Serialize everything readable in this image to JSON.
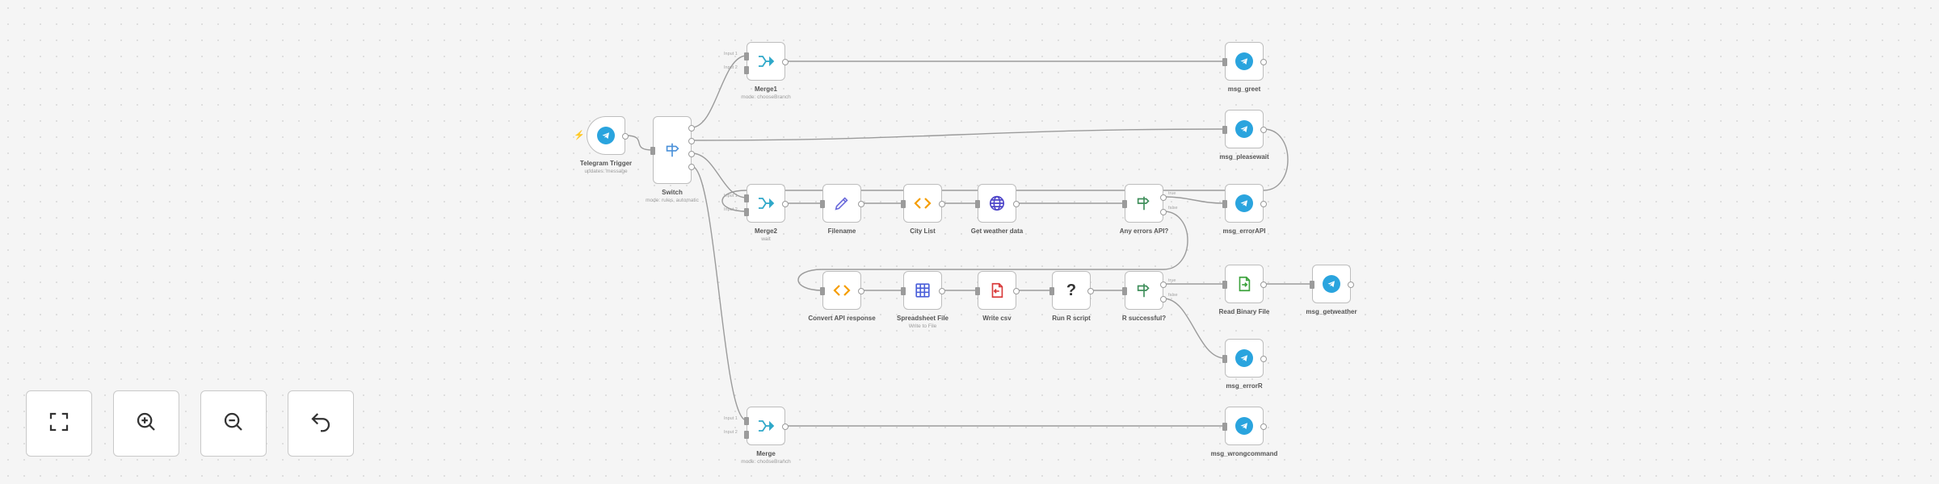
{
  "canvas": {
    "nodes": [
      {
        "id": "telegram_trigger",
        "label": "Telegram Trigger",
        "sub": "updates: message",
        "icon": "telegram-icon",
        "kind": "trigger"
      },
      {
        "id": "switch",
        "label": "Switch",
        "sub": "mode: rules, automatic",
        "icon": "signpost-icon",
        "kind": "switch"
      },
      {
        "id": "merge1",
        "label": "Merge1",
        "sub": "mode: chooseBranch",
        "icon": "merge-icon",
        "kind": "merge",
        "inputs": [
          "Input 1",
          "Input 2"
        ]
      },
      {
        "id": "merge2",
        "label": "Merge2",
        "sub": "wait",
        "icon": "merge-icon",
        "kind": "merge",
        "inputs": [
          "Input 1",
          "Input 2"
        ]
      },
      {
        "id": "merge",
        "label": "Merge",
        "sub": "mode: chooseBranch",
        "icon": "merge-icon",
        "kind": "merge",
        "inputs": [
          "Input 1",
          "Input 2"
        ]
      },
      {
        "id": "filename",
        "label": "Filename",
        "sub": "",
        "icon": "pencil-icon"
      },
      {
        "id": "city_list",
        "label": "City List",
        "sub": "",
        "icon": "code-icon"
      },
      {
        "id": "get_weather",
        "label": "Get weather data",
        "sub": "",
        "icon": "globe-icon"
      },
      {
        "id": "any_errors",
        "label": "Any errors API?",
        "sub": "",
        "icon": "if-icon",
        "outputs": [
          "true",
          "false"
        ]
      },
      {
        "id": "convert_api",
        "label": "Convert API response",
        "sub": "",
        "icon": "code-icon"
      },
      {
        "id": "spreadsheet",
        "label": "Spreadsheet File",
        "sub": "Write to File",
        "icon": "table-icon"
      },
      {
        "id": "write_csv",
        "label": "Write csv",
        "sub": "",
        "icon": "file-write-icon"
      },
      {
        "id": "run_r",
        "label": "Run R script",
        "sub": "",
        "icon": "question-icon"
      },
      {
        "id": "r_successful",
        "label": "R successful?",
        "sub": "",
        "icon": "if-icon",
        "outputs": [
          "true",
          "false"
        ]
      },
      {
        "id": "read_binary",
        "label": "Read Binary File",
        "sub": "",
        "icon": "file-read-icon"
      },
      {
        "id": "msg_greet",
        "label": "msg_greet",
        "sub": "",
        "icon": "telegram-icon"
      },
      {
        "id": "msg_pleasewait",
        "label": "msg_pleasewait",
        "sub": "",
        "icon": "telegram-icon"
      },
      {
        "id": "msg_errorAPI",
        "label": "msg_errorAPI",
        "sub": "",
        "icon": "telegram-icon"
      },
      {
        "id": "msg_errorR",
        "label": "msg_errorR",
        "sub": "",
        "icon": "telegram-icon"
      },
      {
        "id": "msg_getweather",
        "label": "msg_getweather",
        "sub": "",
        "icon": "telegram-icon"
      },
      {
        "id": "msg_wrongcommand",
        "label": "msg_wrongcommand",
        "sub": "",
        "icon": "telegram-icon"
      }
    ],
    "connections": [
      [
        "telegram_trigger",
        "switch"
      ],
      [
        "switch",
        "merge1"
      ],
      [
        "switch",
        "msg_pleasewait"
      ],
      [
        "switch",
        "merge2"
      ],
      [
        "switch",
        "merge"
      ],
      [
        "merge1",
        "msg_greet"
      ],
      [
        "msg_pleasewait",
        "merge2"
      ],
      [
        "merge2",
        "filename"
      ],
      [
        "filename",
        "city_list"
      ],
      [
        "city_list",
        "get_weather"
      ],
      [
        "get_weather",
        "any_errors"
      ],
      [
        "any_errors",
        "msg_errorAPI"
      ],
      [
        "any_errors",
        "convert_api"
      ],
      [
        "convert_api",
        "spreadsheet"
      ],
      [
        "spreadsheet",
        "write_csv"
      ],
      [
        "write_csv",
        "run_r"
      ],
      [
        "run_r",
        "r_successful"
      ],
      [
        "r_successful",
        "read_binary"
      ],
      [
        "r_successful",
        "msg_errorR"
      ],
      [
        "read_binary",
        "msg_getweather"
      ],
      [
        "merge",
        "msg_wrongcommand"
      ]
    ]
  },
  "toolbar": [
    {
      "id": "fit",
      "icon": "fit-view-icon",
      "name": "zoom-to-fit-button"
    },
    {
      "id": "zoom_in",
      "icon": "zoom-in-icon",
      "name": "zoom-in-button"
    },
    {
      "id": "zoom_out",
      "icon": "zoom-out-icon",
      "name": "zoom-out-button"
    },
    {
      "id": "reset",
      "icon": "undo-icon",
      "name": "reset-zoom-button"
    }
  ],
  "colors": {
    "telegram": "#2aa4de",
    "switch": "#4a90d9",
    "merge": "#2fa8c9",
    "code": "#f59d00",
    "pencil": "#6b6bdb",
    "globe": "#4f46c9",
    "if": "#3e8e5a",
    "table": "#4a5fd9",
    "file_write": "#d93b3b",
    "file_read": "#3da33d",
    "trigger_bolt": "#ff6d5a"
  }
}
